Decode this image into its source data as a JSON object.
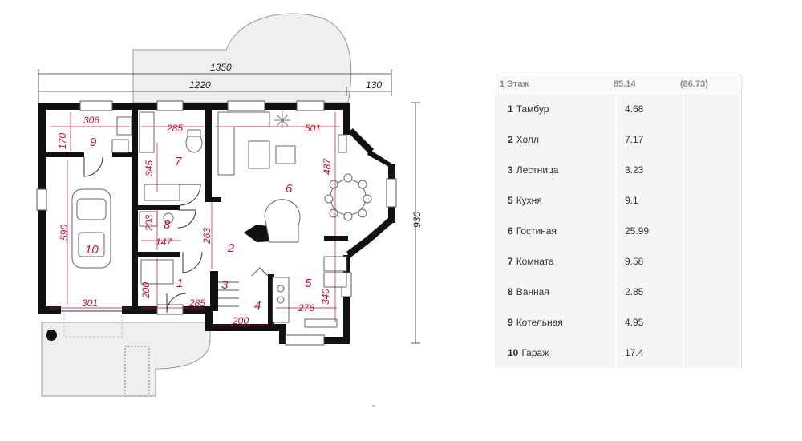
{
  "plan": {
    "overall_dims": {
      "total": "1350",
      "main": "1220",
      "extra": "130",
      "height": "930"
    },
    "inner_dims": {
      "d306": "306",
      "d285a": "285",
      "d501": "501",
      "d170": "170",
      "d345": "345",
      "d487": "487",
      "d590": "590",
      "d203": "203",
      "d147": "147",
      "d263": "263",
      "d200a": "200",
      "d340": "340",
      "d301": "301",
      "d285b": "285",
      "d276": "276",
      "d200b": "200"
    },
    "rooms": {
      "r1": "1",
      "r2": "2",
      "r3": "3",
      "r4": "4",
      "r5": "5",
      "r6": "6",
      "r7": "7",
      "r8": "8",
      "r9": "9",
      "r10": "10"
    }
  },
  "table": {
    "header": {
      "floor": "1 Этаж",
      "area": "85.14",
      "extra": "(86.73)"
    },
    "rows": [
      {
        "num": "1",
        "name": "Тамбур",
        "area": "4.68"
      },
      {
        "num": "2",
        "name": "Холл",
        "area": "7.17"
      },
      {
        "num": "3",
        "name": "Лестница",
        "area": "3.23"
      },
      {
        "num": "5",
        "name": "Кухня",
        "area": "9.1"
      },
      {
        "num": "6",
        "name": "Гостиная",
        "area": "25.99"
      },
      {
        "num": "7",
        "name": "Комната",
        "area": "9.58"
      },
      {
        "num": "8",
        "name": "Ванная",
        "area": "2.85"
      },
      {
        "num": "9",
        "name": "Котельная",
        "area": "4.95"
      },
      {
        "num": "10",
        "name": "Гараж",
        "area": "17.4"
      }
    ]
  }
}
